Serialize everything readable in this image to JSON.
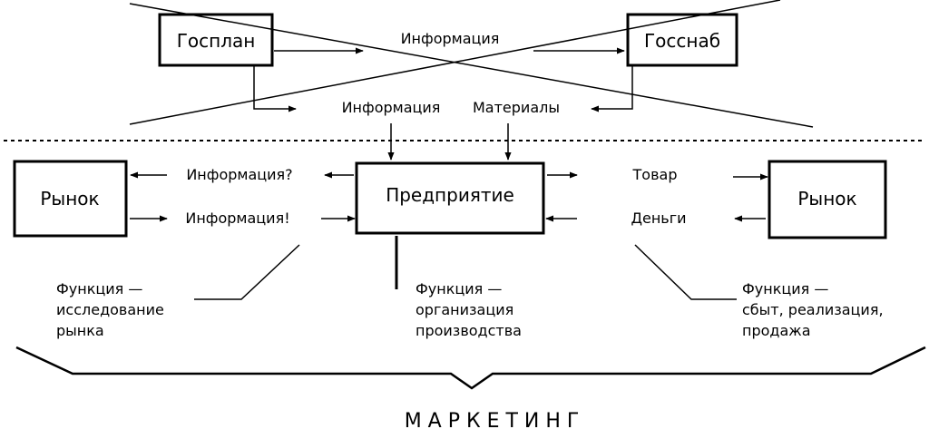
{
  "top": {
    "gosplan": "Госплан",
    "gossnab": "Госснаб",
    "info_top": "Информация",
    "info_mid": "Информация",
    "materials": "Материалы"
  },
  "middle": {
    "market_left": "Рынок",
    "enterprise": "Предприятие",
    "market_right": "Рынок",
    "info_question": "Информация?",
    "info_exclaim": "Информация!",
    "goods": "Товар",
    "money": "Деньги"
  },
  "functions": {
    "left": [
      "Функция —",
      "исследование",
      "рынка"
    ],
    "center": [
      "Функция —",
      "организация",
      "производства"
    ],
    "right": [
      "Функция —",
      "сбыт, реализация,",
      "продажа"
    ]
  },
  "footer": {
    "marketing": "М А Р К Е Т И Н Г"
  }
}
